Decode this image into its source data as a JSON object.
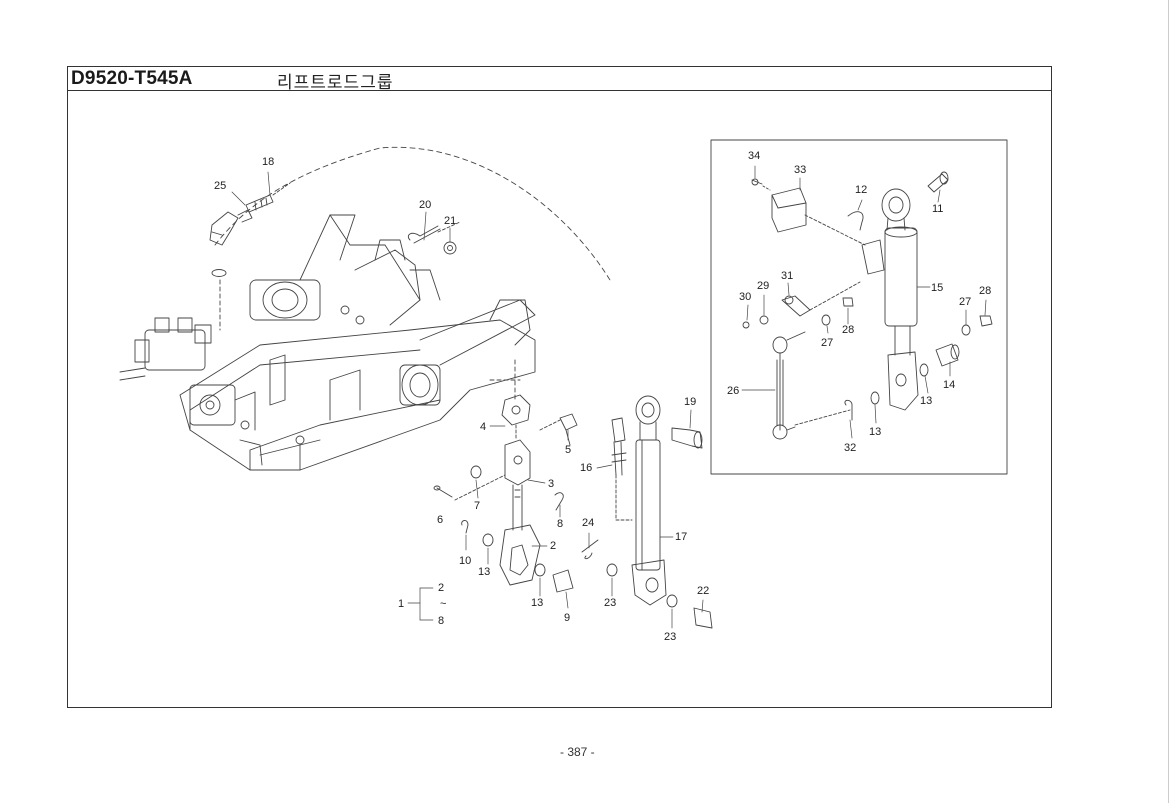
{
  "header": {
    "part_code": "D9520-T545A",
    "group_title": "리프트로드그룹"
  },
  "page_number": "- 387 -",
  "callouts": [
    {
      "id": "c18",
      "text": "18"
    },
    {
      "id": "c25",
      "text": "25"
    },
    {
      "id": "c20",
      "text": "20"
    },
    {
      "id": "c21",
      "text": "21"
    },
    {
      "id": "c4",
      "text": "4"
    },
    {
      "id": "c5",
      "text": "5"
    },
    {
      "id": "c3",
      "text": "3"
    },
    {
      "id": "c7",
      "text": "7"
    },
    {
      "id": "c6",
      "text": "6"
    },
    {
      "id": "c8",
      "text": "8"
    },
    {
      "id": "c10",
      "text": "10"
    },
    {
      "id": "c13a",
      "text": "13"
    },
    {
      "id": "c2",
      "text": "2"
    },
    {
      "id": "c13b",
      "text": "13"
    },
    {
      "id": "c9",
      "text": "9"
    },
    {
      "id": "c1",
      "text": "1"
    },
    {
      "id": "c1r2",
      "text": "2"
    },
    {
      "id": "c1tilde",
      "text": "~"
    },
    {
      "id": "c1r8",
      "text": "8"
    },
    {
      "id": "c19",
      "text": "19"
    },
    {
      "id": "c16",
      "text": "16"
    },
    {
      "id": "c24",
      "text": "24"
    },
    {
      "id": "c17",
      "text": "17"
    },
    {
      "id": "c23a",
      "text": "23"
    },
    {
      "id": "c22",
      "text": "22"
    },
    {
      "id": "c23b",
      "text": "23"
    },
    {
      "id": "c34",
      "text": "34"
    },
    {
      "id": "c33",
      "text": "33"
    },
    {
      "id": "c12",
      "text": "12"
    },
    {
      "id": "c11",
      "text": "11"
    },
    {
      "id": "c31",
      "text": "31"
    },
    {
      "id": "c29",
      "text": "29"
    },
    {
      "id": "c30",
      "text": "30"
    },
    {
      "id": "c28a",
      "text": "28"
    },
    {
      "id": "c27a",
      "text": "27"
    },
    {
      "id": "c15",
      "text": "15"
    },
    {
      "id": "c27b",
      "text": "27"
    },
    {
      "id": "c28b",
      "text": "28"
    },
    {
      "id": "c26",
      "text": "26"
    },
    {
      "id": "c14",
      "text": "14"
    },
    {
      "id": "c13c",
      "text": "13"
    },
    {
      "id": "c13d",
      "text": "13"
    },
    {
      "id": "c32",
      "text": "32"
    }
  ]
}
